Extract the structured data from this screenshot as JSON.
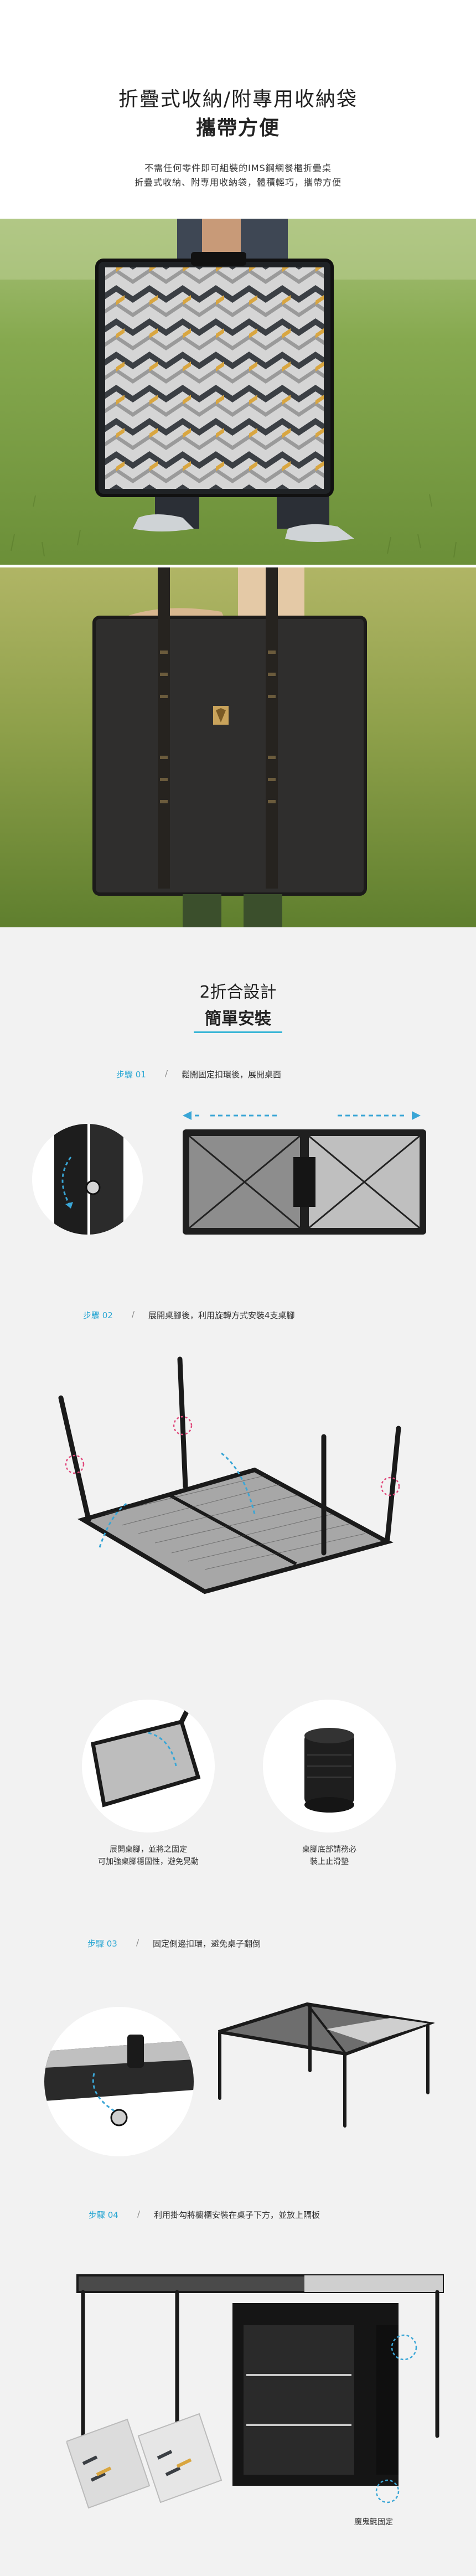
{
  "header": {
    "title_line1": "折疊式收納/附專用收納袋",
    "title_line2": "攜帶方便",
    "desc_line1": "不需任何零件即可組裝的IMS鋼網餐櫃折疊桌",
    "desc_line2": "折疊式收納、附專用收納袋，體積輕巧，攜帶方便"
  },
  "assembly": {
    "title_line1": "2折合設計",
    "title_line2": "簡單安裝",
    "steps": [
      {
        "number": "步驟 01",
        "text": "鬆開固定扣環後，展開桌面"
      },
      {
        "number": "步驟 02",
        "text": "展開桌腳後，利用旋轉方式安裝4支桌腳"
      },
      {
        "number": "步驟 03",
        "text": "固定側邊扣環，避免桌子翻倒"
      },
      {
        "number": "步驟 04",
        "text": "利用掛勾將櫥櫃安裝在桌子下方，並放上隔板"
      }
    ],
    "captions": {
      "leg_lock_line1": "展開桌腳，並將之固定",
      "leg_lock_line2": "可加強桌腳穩固性，避免晃動",
      "foot_pad_line1": "桌腳底部請務必",
      "foot_pad_line2": "裝上止滑墊",
      "magnet": "魔鬼氈固定"
    }
  },
  "colors": {
    "accent": "#39b6d6",
    "step_number": "#2aa7d3",
    "pattern_dark": "#3b3f44",
    "pattern_gold": "#d9a640",
    "pattern_light": "#d8d8d8",
    "grass": "#6f9a3c"
  }
}
